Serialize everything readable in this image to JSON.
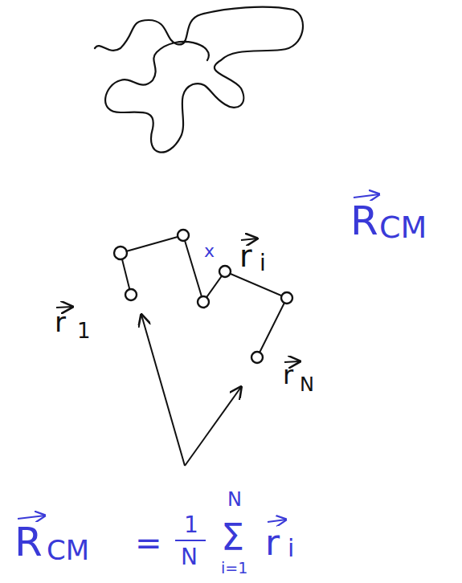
{
  "diagram": {
    "labels": [
      "R",
      "CM",
      "x",
      "r",
      "i",
      "r",
      "1",
      "r",
      "N",
      "R",
      "CM",
      "=",
      "1",
      "N",
      "N",
      "Σ",
      "i=1",
      "r",
      "i"
    ]
  }
}
